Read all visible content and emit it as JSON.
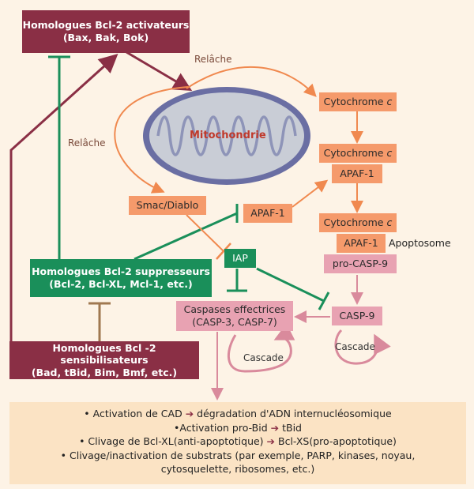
{
  "activators": {
    "line1": "Homologues Bcl-2 activateurs",
    "line2": "(Bax, Bak, Bok)"
  },
  "suppressors": {
    "line1": "Homologues Bcl-2 suppresseurs",
    "line2": "(Bcl-2, Bcl-XL, Mcl-1, etc.)"
  },
  "sensitizers": {
    "line1": "Homologues Bcl -2 sensibilisateurs",
    "line2": "(Bad, tBid, Bim, Bmf, etc.)"
  },
  "relache_top": "Relâche",
  "relache_left": "Relâche",
  "mitochondrie": "Mitochondrie",
  "cyto1": {
    "name": "Cytochrome",
    "italic": "c"
  },
  "cyto2": {
    "name": "Cytochrome",
    "italic": "c"
  },
  "apaf_1a": "APAF-1",
  "cyto3": {
    "name": "Cytochrome",
    "italic": "c"
  },
  "apaf_1b": "APAF-1",
  "apoptosome": "Apoptosome",
  "pro_casp9": "pro-CASP-9",
  "smac": "Smac/Diablo",
  "apaf_1c": "APAF-1",
  "iap": "IAP",
  "caspases": {
    "line1": "Caspases effectrices",
    "line2": "(CASP-3, CASP-7)"
  },
  "casp9": "CASP-9",
  "cascade_left": "Cascade",
  "cascade_right": "Cascade",
  "bottom": {
    "l1a": "• Activation de CAD",
    "l1b": "dégradation d'ADN internucléosomique",
    "l2a": "•Activation pro-Bid",
    "l2b": "tBid",
    "l3a": "• Clivage de Bcl-XL(anti-apoptotique)",
    "l3b": "Bcl-XS(pro-apoptotique)",
    "l4": "• Clivage/inactivation de substrats (par exemple, PARP, kinases, noyau,",
    "l5": "cytosquelette, ribosomes, etc.)"
  },
  "colors": {
    "maroon": "#8a2f45",
    "green": "#1a8f5a",
    "orange": "#f59a6b",
    "pink": "#e8a2b2",
    "brown": "#a07850",
    "panel": "#fbe3c4"
  }
}
